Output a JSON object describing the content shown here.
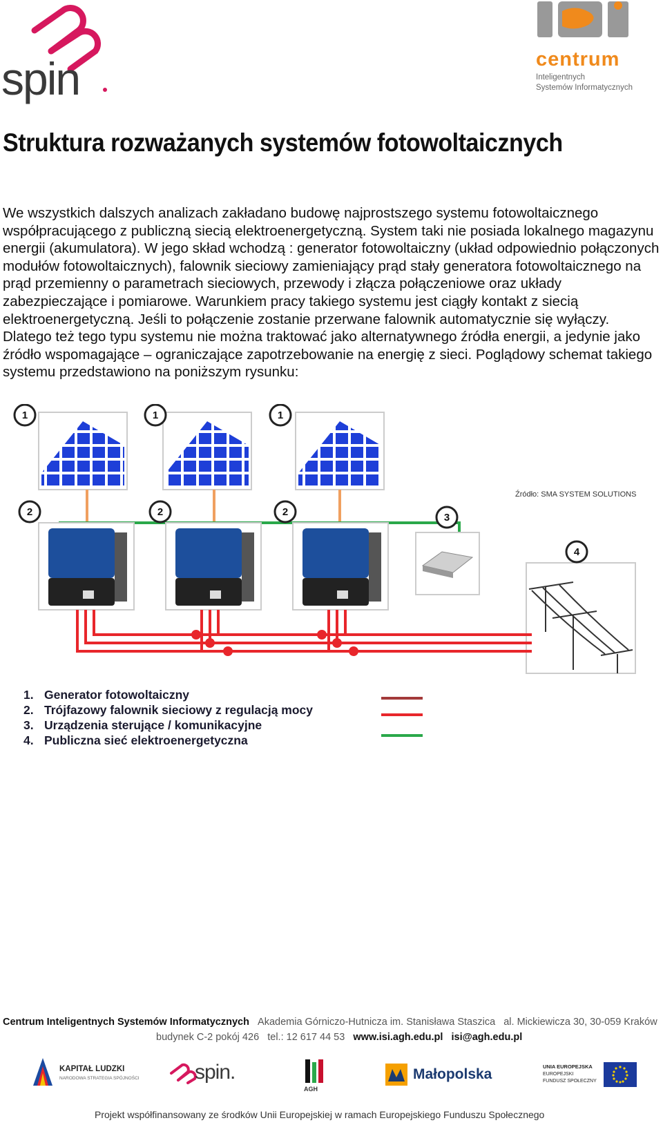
{
  "header": {
    "spin_logo_text": "spin",
    "isi_logo_text": "centrum",
    "isi_sub1": "Inteligentnych",
    "isi_sub2": "Systemów Informatycznych",
    "isi_letters": "ISI"
  },
  "title": "Struktura rozważanych systemów fotowoltaicznych",
  "intro": "We wszystkich dalszych analizach zakładano budowę najprostszego systemu fotowoltaicznego współpracującego z publiczną siecią elektroenergetyczną. System taki nie posiada lokalnego magazynu energii (akumulatora). W jego skład wchodzą : generator fotowoltaiczny (układ odpowiednio połączonych modułów fotowoltaicznych), falownik sieciowy zamieniający prąd stały generatora fotowoltaicznego na prąd przemienny o parametrach sieciowych, przewody i złącza połączeniowe oraz układy zabezpieczające i pomiarowe. Warunkiem pracy takiego systemu jest ciągły kontakt z siecią elektroenergetyczną. Jeśli to połączenie zostanie przerwane falownik automatycznie się wyłączy. Dlatego też tego typu systemu nie można traktować jako alternatywnego źródła energii, a jedynie jako źródło wspomagające – ograniczające zapotrzebowanie na energię z sieci. Poglądowy schemat takiego systemu przedstawiono na poniższym rysunku:",
  "diagram": {
    "source": "Źródło: SMA SYSTEM SOLUTIONS",
    "badges": [
      "1",
      "2",
      "3",
      "4"
    ],
    "legend": [
      {
        "num": "1.",
        "text": "Generator fotowoltaiczny"
      },
      {
        "num": "2.",
        "text": "Trójfazowy falownik sieciowy z regulacją mocy"
      },
      {
        "num": "3.",
        "text": "Urządzenia sterujące / komunikacyjne"
      },
      {
        "num": "4.",
        "text": "Publiczna sieć elektroenergetyczna"
      }
    ],
    "colors": {
      "dc": "#f0a060",
      "ac": "#e8262b",
      "comm": "#2aa84a",
      "ac_dark": "#a33a3a",
      "panel": "#1e3fd8",
      "inverter": "#1d4f9c"
    }
  },
  "footer": {
    "org": "Centrum Inteligentnych Systemów Informatycznych",
    "uni": "Akademia Górniczo-Hutnicza im. Stanisława Staszica",
    "address": "al. Mickiewicza 30, 30-059 Kraków",
    "building": "budynek C-2 pokój 426",
    "tel": "tel.: 12 617 44 53",
    "www": "www.isi.agh.edu.pl",
    "email": "isi@agh.edu.pl",
    "logo_kl": "KAPITAŁ LUDZKI",
    "logo_kl_sub": "NARODOWA STRATEGIA SPÓJNOŚCI",
    "logo_spin": "spin.",
    "logo_agh": "AGH",
    "logo_mal": "Małopolska",
    "logo_ue1": "UNIA EUROPEJSKA",
    "logo_ue2": "EUROPEJSKI",
    "logo_ue3": "FUNDUSZ SPOŁECZNY",
    "project": "Projekt współfinansowany ze środków Unii Europejskiej w ramach Europejskiego Funduszu Społecznego"
  }
}
